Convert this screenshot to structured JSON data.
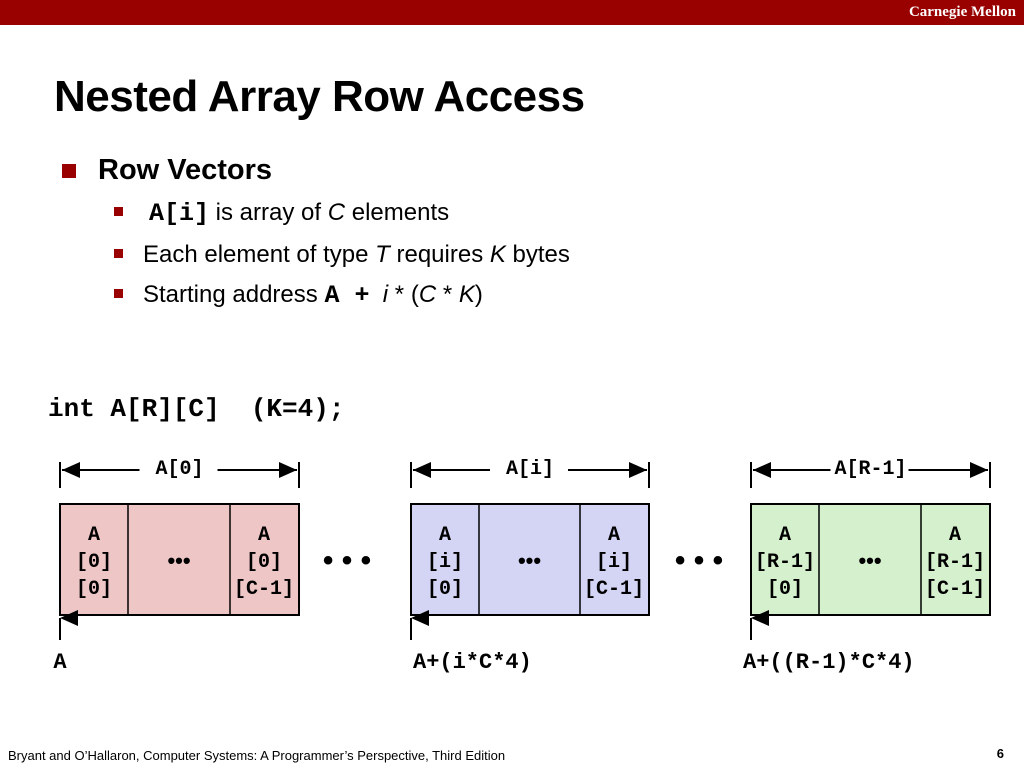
{
  "header": {
    "brand": "Carnegie Mellon",
    "bar_color": "#990000"
  },
  "slide": {
    "title": "Nested Array Row Access",
    "bullet": "Row Vectors",
    "subbullets": [
      {
        "code": "A[i]",
        "text": " is array of ",
        "italic": "C",
        "tail": " elements"
      },
      {
        "pre": "Each element of type ",
        "i1": "T",
        "mid": " requires ",
        "i2": "K",
        "tail": " bytes"
      },
      {
        "pre": "Starting address ",
        "code": "A +",
        "sp": "  ",
        "i1": "i",
        "mid1": " * (",
        "i2": "C",
        "mid2": " * ",
        "i3": "K",
        "tail": ")"
      }
    ],
    "declaration": "int A[R][C]  (K=4);"
  },
  "diagram": {
    "ellipsis_small": "•••",
    "ellipsis_big": "• • •",
    "groups": [
      {
        "label": "A[0]",
        "fill": "#eec6c6",
        "first": [
          "A",
          "[0]",
          "[0]"
        ],
        "last": [
          "A",
          "[0]",
          "[C-1]"
        ],
        "address": "A"
      },
      {
        "label": "A[i]",
        "fill": "#d4d4f4",
        "first": [
          "A",
          "[i]",
          "[0]"
        ],
        "last": [
          "A",
          "[i]",
          "[C-1]"
        ],
        "address": "A+(i*C*4)"
      },
      {
        "label": "A[R-1]",
        "fill": "#d4f0cc",
        "first": [
          "A",
          "[R-1]",
          "[0]"
        ],
        "last": [
          "A",
          "[R-1]",
          "[C-1]"
        ],
        "address": "A+((R-1)*C*4)"
      }
    ]
  },
  "footer": {
    "citation": "Bryant and O’Hallaron, Computer Systems: A Programmer’s Perspective, Third Edition",
    "page_number": "6"
  }
}
